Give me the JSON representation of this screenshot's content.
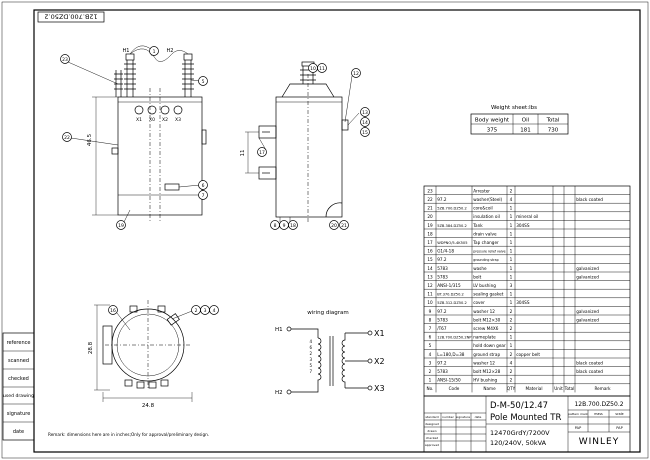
{
  "drawing_number_rotated": "12B.700.DZ50.2",
  "side_stamp": {
    "labels": [
      "reference",
      "scanned",
      "checked",
      "used drawing",
      "signature",
      "date"
    ]
  },
  "remark": "Remark: dimensions here are in inches;Only for approval/preliminary design.",
  "front_view": {
    "bushing_labels": [
      "H1",
      "H2",
      "X1",
      "X0",
      "X2",
      "X3"
    ],
    "height_dim": "46.5",
    "balloons": [
      "23",
      "1",
      "5",
      "22",
      "6",
      "7",
      "19"
    ]
  },
  "side_view": {
    "height_dim": "11",
    "balloons_top": [
      "10",
      "11",
      "12"
    ],
    "balloons_right": [
      "13",
      "14",
      "15"
    ],
    "balloon_left": "17",
    "balloons_bottom": [
      "8",
      "9",
      "18",
      "20",
      "21"
    ]
  },
  "top_view": {
    "dim_height": "28.8",
    "dim_width": "24.8",
    "balloons": [
      "16",
      "2",
      "3",
      "4"
    ]
  },
  "wiring_diagram": {
    "title": "wiring diagram",
    "primary_terminals": [
      "H1",
      "H2"
    ],
    "tap_numbers": [
      "4",
      "6",
      "2",
      "3",
      "5",
      "7"
    ],
    "secondary_terminals": [
      "X1",
      "X2",
      "X3"
    ]
  },
  "weight_sheet": {
    "title": "Weight sheet:lbs",
    "headers": [
      "Body weight",
      "Oil",
      "Total"
    ],
    "values": [
      "375",
      "181",
      "730"
    ]
  },
  "parts_list": {
    "headers": [
      "No.",
      "Code",
      "Name",
      "QTY",
      "Material",
      "Unit",
      "Total",
      "Remark"
    ],
    "rows": [
      [
        "23",
        "",
        "Arrester",
        "2",
        "",
        "",
        "",
        ""
      ],
      [
        "22",
        "97.2",
        "washer(Steel)",
        "4",
        "",
        "",
        "",
        "black coated"
      ],
      [
        "21",
        "5ZB.700.DZ50.2",
        "core&coil",
        "1",
        "",
        "",
        "",
        ""
      ],
      [
        "20",
        "",
        "insulation oil",
        "1",
        "mineral oil",
        "",
        "",
        ""
      ],
      [
        "19",
        "5ZB.384.DZ50.2",
        "Tank",
        "1",
        "304SS",
        "",
        "",
        ""
      ],
      [
        "18",
        "",
        "drain valve",
        "1",
        "",
        "",
        "",
        ""
      ],
      [
        "17",
        "WDPNO/5-4K505",
        "Tap changer",
        "1",
        "",
        "",
        "",
        ""
      ],
      [
        "16",
        "G1/4-18",
        "pressure relief valve",
        "1",
        "",
        "",
        "",
        ""
      ],
      [
        "15",
        "97.2",
        "grounding strap",
        "1",
        "",
        "",
        "",
        ""
      ],
      [
        "14",
        "5783",
        "washe",
        "1",
        "",
        "",
        "",
        "galvanized"
      ],
      [
        "13",
        "5783",
        "bolt",
        "1",
        "",
        "",
        "",
        "galvanized"
      ],
      [
        "12",
        "ANSI-1/315",
        "LV bushing",
        "3",
        "",
        "",
        "",
        ""
      ],
      [
        "11",
        "BT.370.DZ50.2",
        "sealing gasket",
        "1",
        "",
        "",
        "",
        ""
      ],
      [
        "10",
        "5ZB.312.DZ50.2",
        "cover",
        "1",
        "304SS",
        "",
        "",
        ""
      ],
      [
        "9",
        "97.2",
        "washer 12",
        "2",
        "",
        "",
        "",
        "galvanized"
      ],
      [
        "8",
        "5783",
        "bolt M12×30",
        "2",
        "",
        "",
        "",
        "galvanized"
      ],
      [
        "7",
        "/T67",
        "screw M4X6",
        "2",
        "",
        "",
        "",
        ""
      ],
      [
        "6",
        "12B.700.DZ50.2NP",
        "nameplate",
        "1",
        "",
        "",
        "",
        ""
      ],
      [
        "5",
        "",
        "hold down gear",
        "1",
        "",
        "",
        "",
        ""
      ],
      [
        "4",
        "L=180,D=38",
        "ground strap",
        "2",
        "copper belt",
        "",
        "",
        ""
      ],
      [
        "3",
        "97.2",
        "washer 12",
        "4",
        "",
        "",
        "",
        "black coated"
      ],
      [
        "2",
        "5783",
        "bolt M12×28",
        "2",
        "",
        "",
        "",
        "black coated"
      ],
      [
        "1",
        "ANSI-15/50",
        "HV bushing",
        "2",
        "",
        "",
        "",
        ""
      ]
    ]
  },
  "title_block": {
    "model": "D-M-50/12.47",
    "name": "Pole Mounted TR",
    "voltage_1": "12470GrdY/7200V",
    "voltage_2": "120/240V, 50kVA",
    "company": "WINLEY",
    "drawing_number": "12B.700.DZ50.2",
    "small_labels": [
      "standard",
      "number",
      "signature",
      "date",
      "designed",
      "drawn",
      "checked",
      "approved"
    ],
    "right_labels": [
      "pattern mark",
      "mass",
      "scale",
      "PAP",
      "PAP"
    ]
  }
}
